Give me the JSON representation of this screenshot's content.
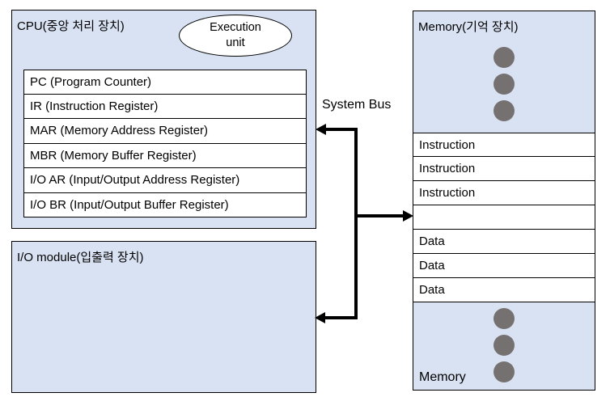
{
  "diagram": {
    "cpu": {
      "title": "CPU(중앙 처리 장치)",
      "execution_unit": {
        "line1": "Execution",
        "line2": "unit"
      },
      "registers": [
        "PC (Program Counter)",
        "IR (Instruction Register)",
        "MAR (Memory Address Register)",
        "MBR (Memory Buffer Register)",
        "I/O AR (Input/Output Address Register)",
        "I/O BR (Input/Output Buffer Register)"
      ]
    },
    "io_module": {
      "title": "I/O module(입출력 장치)"
    },
    "system_bus": {
      "label": "System Bus"
    },
    "memory": {
      "title": "Memory(기억 장치)",
      "cells": [
        "Instruction",
        "Instruction",
        "Instruction",
        "",
        "Data",
        "Data",
        "Data"
      ],
      "bottom_label": "Memory"
    },
    "colors": {
      "box_fill": "#d9e2f3",
      "cell_fill": "#ffffff",
      "border": "#000000",
      "dot": "#767171",
      "bus": "#000000"
    }
  }
}
